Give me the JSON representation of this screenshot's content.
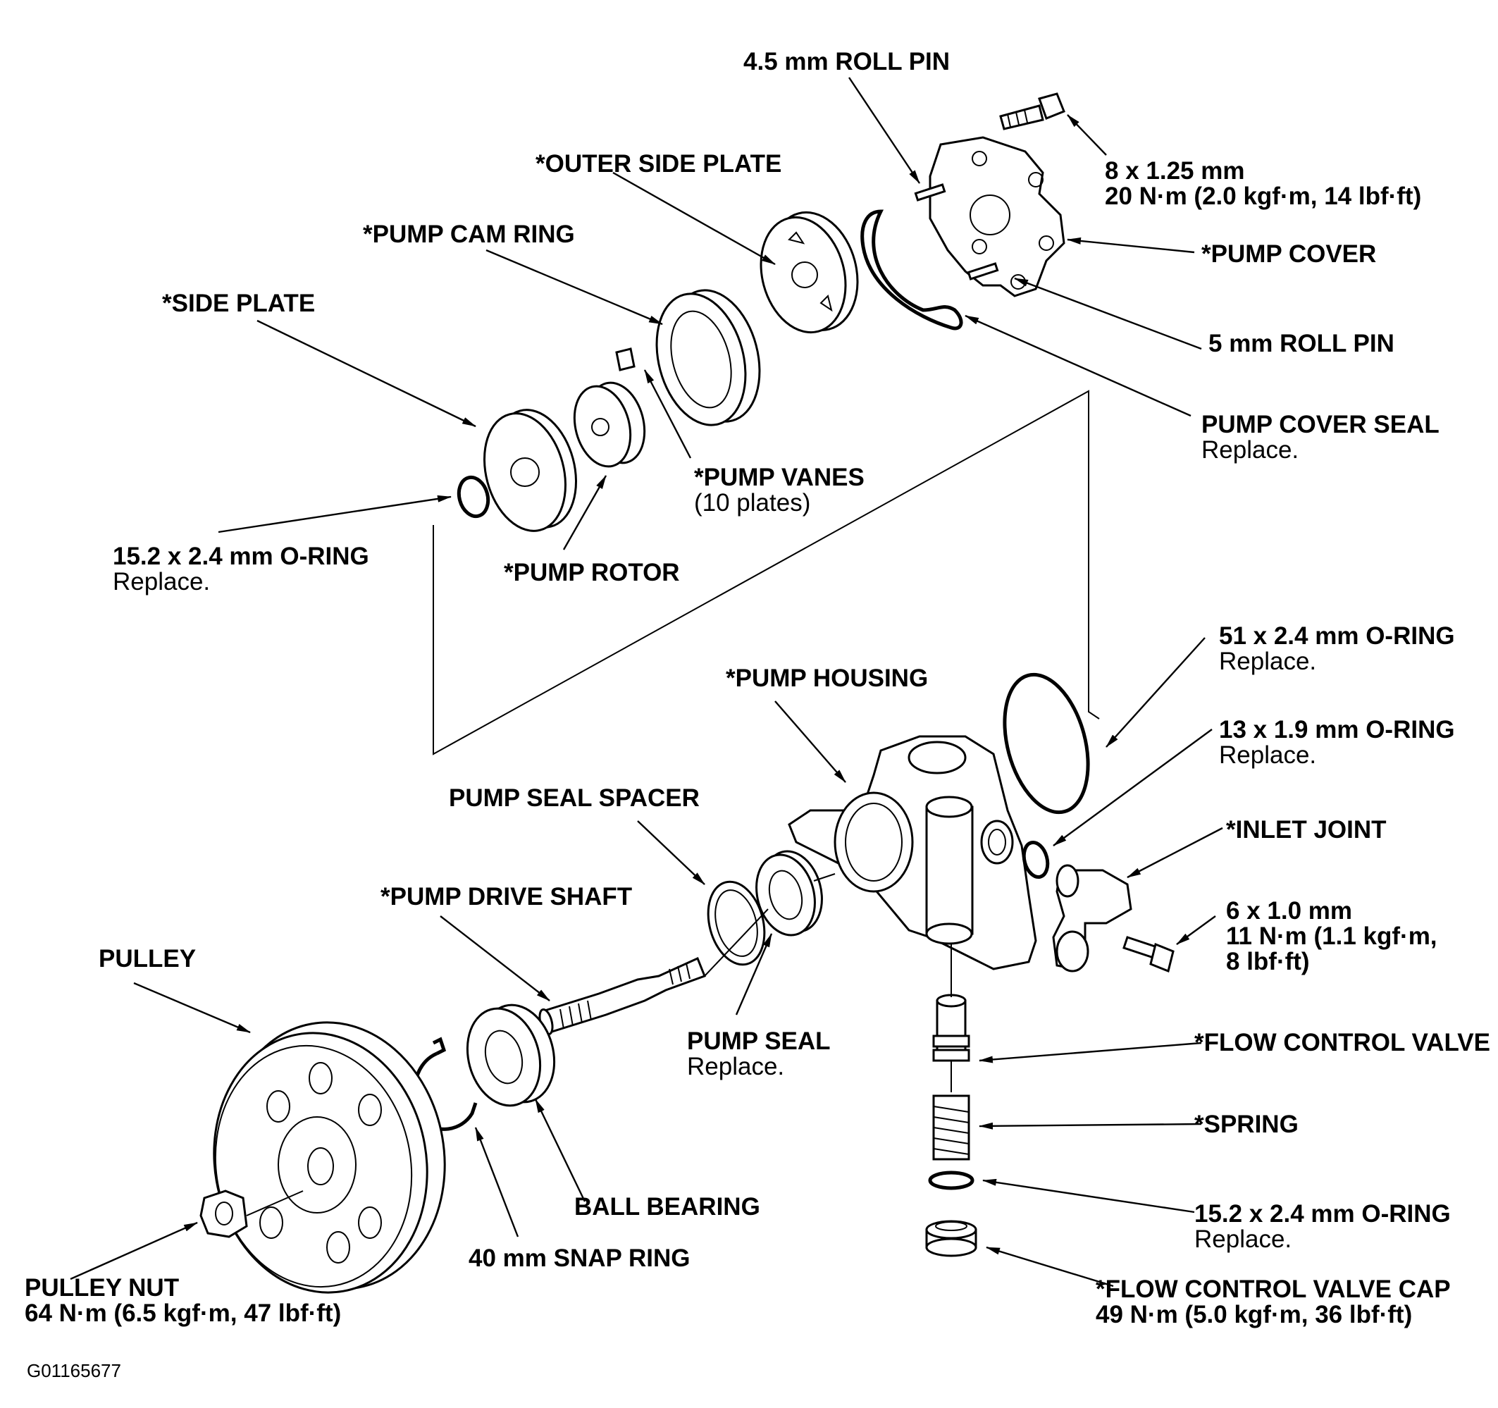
{
  "labels": {
    "roll_pin_45": "4.5 mm ROLL PIN",
    "cover_bolt_size": "8 x 1.25 mm",
    "cover_bolt_torque": "20 N·m (2.0 kgf·m, 14 lbf·ft)",
    "outer_side_plate": "*OUTER SIDE PLATE",
    "pump_cover": "*PUMP COVER",
    "pump_cam_ring": "*PUMP CAM RING",
    "roll_pin_5": "5 mm ROLL PIN",
    "side_plate": "*SIDE PLATE",
    "pump_cover_seal": "PUMP COVER SEAL",
    "pump_cover_seal_note": "Replace.",
    "pump_vanes": "*PUMP VANES",
    "pump_vanes_note": "(10 plates)",
    "oring_152_top": "15.2 x 2.4 mm O-RING",
    "oring_152_top_note": "Replace.",
    "pump_rotor": "*PUMP ROTOR",
    "oring_51": "51 x 2.4 mm O-RING",
    "oring_51_note": "Replace.",
    "pump_housing": "*PUMP HOUSING",
    "oring_13": "13 x 1.9 mm O-RING",
    "oring_13_note": "Replace.",
    "pump_seal_spacer": "PUMP SEAL SPACER",
    "inlet_joint": "*INLET JOINT",
    "pump_drive_shaft": "*PUMP DRIVE SHAFT",
    "inlet_bolt_size": "6 x 1.0 mm",
    "inlet_bolt_torque_1": "11 N·m (1.1 kgf·m,",
    "inlet_bolt_torque_2": "8 lbf·ft)",
    "pulley": "PULLEY",
    "pump_seal": "PUMP SEAL",
    "pump_seal_note": "Replace.",
    "flow_control_valve": "*FLOW CONTROL VALVE",
    "spring": "*SPRING",
    "ball_bearing": "BALL BEARING",
    "oring_152_bottom": "15.2 x 2.4 mm O-RING",
    "oring_152_bottom_note": "Replace.",
    "snap_ring": "40 mm SNAP RING",
    "pulley_nut": "PULLEY NUT",
    "pulley_nut_torque": "64 N·m (6.5 kgf·m, 47 lbf·ft)",
    "fcv_cap": "*FLOW CONTROL VALVE CAP",
    "fcv_cap_torque": "49 N·m (5.0 kgf·m, 36 lbf·ft)"
  },
  "figure_id": "G01165677"
}
